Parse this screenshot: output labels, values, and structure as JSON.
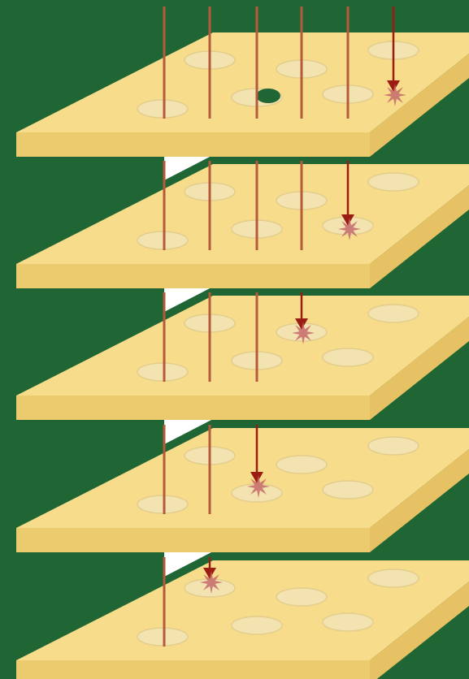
{
  "diagram": {
    "colors": {
      "background": "#206634",
      "plate_top": "#f7dc8c",
      "plate_front": "#eccb6e",
      "plate_side": "#e6c265",
      "hole_fill": "#f3e3b0",
      "hole_edge": "#e2cd8c",
      "pin": "#b55a3a",
      "arrow": "#9b1c12",
      "impact_star": "#c46a6a",
      "gap_light": "#ffffff"
    },
    "layers": [
      {
        "holes_in_row_back": 3,
        "holes_in_row_front": 3,
        "pins_passing": 5,
        "blocked_by_layer": true,
        "open_hole_shows_green": true
      },
      {
        "holes_in_row_back": 3,
        "holes_in_row_front": 3,
        "pins_passing": 4,
        "blocked_by_layer": true
      },
      {
        "holes_in_row_back": 3,
        "holes_in_row_front": 3,
        "pins_passing": 3,
        "blocked_by_layer": true
      },
      {
        "holes_in_row_back": 3,
        "holes_in_row_front": 3,
        "pins_passing": 2,
        "blocked_by_layer": true
      },
      {
        "holes_in_row_back": 3,
        "holes_in_row_front": 3,
        "pins_passing": 1,
        "blocked_by_layer": true
      }
    ],
    "icons": [
      "pin-line",
      "arrow-down-icon",
      "impact-star-icon"
    ]
  }
}
